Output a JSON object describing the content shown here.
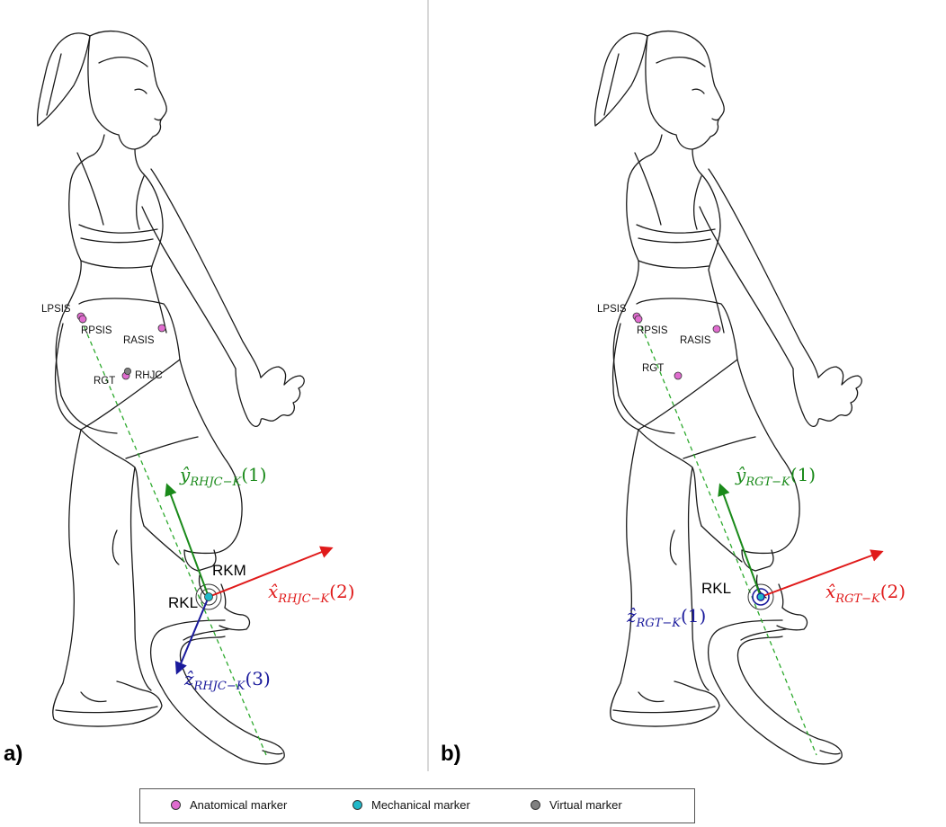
{
  "colors": {
    "anatomical": "#e06ccf",
    "mechanical": "#21b8c9",
    "virtual": "#808080",
    "y_axis": "#1a8a1a",
    "x_axis": "#e01a1a",
    "z_axis": "#1a1a9c",
    "dashed_line": "#2eaa2e"
  },
  "panels": {
    "a": {
      "letter": "a)",
      "markers": {
        "lpsis": "LPSIS",
        "rpsis": "RPSIS",
        "rasis": "RASIS",
        "rgt": "RGT",
        "rhjc": "RHJC",
        "rkm": "RKM",
        "rkl": "RKL"
      },
      "axes": {
        "y": {
          "symbol": "ŷ",
          "sub": "RHJC−K",
          "order": "(1)"
        },
        "x": {
          "symbol": "x̂",
          "sub": "RHJC−K",
          "order": "(2)"
        },
        "z": {
          "symbol": "ẑ",
          "sub": "RHJC−K",
          "order": "(3)"
        }
      }
    },
    "b": {
      "letter": "b)",
      "markers": {
        "lpsis": "LPSIS",
        "rpsis": "RPSIS",
        "rasis": "RASIS",
        "rgt": "RGT",
        "rkl": "RKL"
      },
      "axes": {
        "y": {
          "symbol": "ŷ",
          "sub": "RGT−K",
          "order": "(1)"
        },
        "x": {
          "symbol": "x̂",
          "sub": "RGT−K",
          "order": "(2)"
        },
        "z": {
          "symbol": "ẑ",
          "sub": "RGT−K",
          "order": "(1)"
        }
      }
    }
  },
  "legend": {
    "anatomical": "Anatomical marker",
    "mechanical": "Mechanical marker",
    "virtual": "Virtual marker"
  }
}
